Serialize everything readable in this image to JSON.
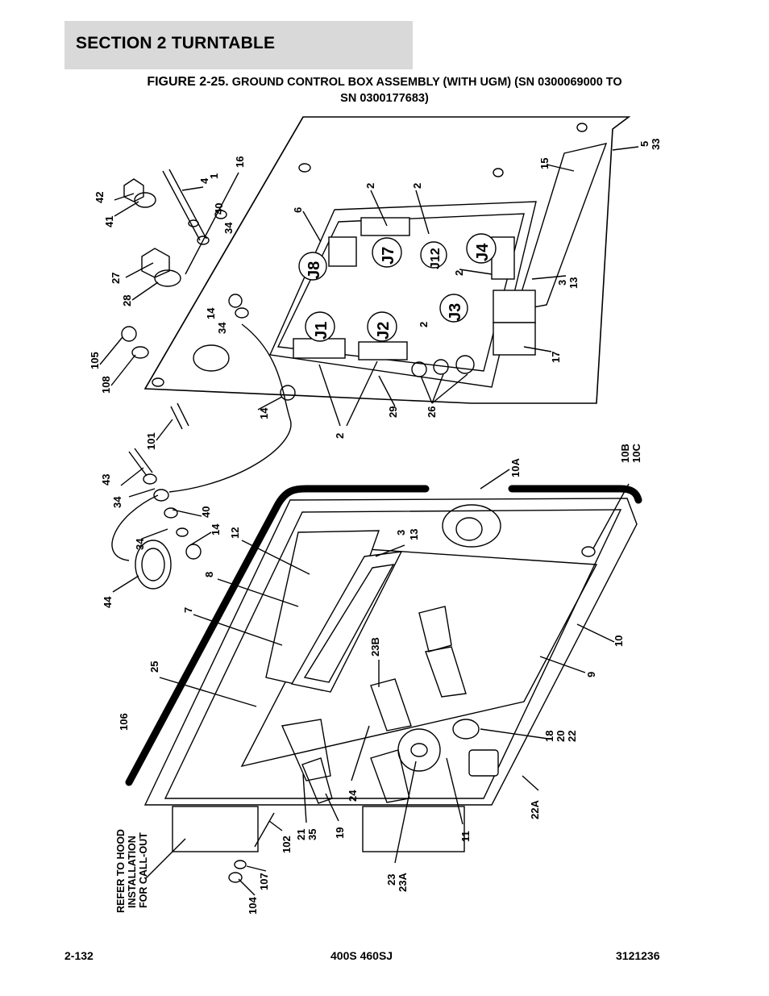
{
  "header": {
    "section": "SECTION 2   TURNTABLE"
  },
  "figure": {
    "label": "FIGURE 2-25.",
    "title_line1": "GROUND CONTROL BOX ASSEMBLY (WITH UGM) (SN 0300069000 TO",
    "title_line2": "SN 0300177683)"
  },
  "connectors": [
    "J8",
    "J7",
    "J12",
    "J4",
    "J1",
    "J2",
    "J3"
  ],
  "callouts": {
    "c16": "16",
    "c4": "4",
    "c1": "1",
    "c42": "42",
    "c41": "41",
    "c40": "40",
    "c34": "34",
    "c27": "27",
    "c28": "28",
    "c14": "14",
    "c105": "105",
    "c108": "108",
    "c101": "101",
    "c6": "6",
    "c2": "2",
    "c15": "15",
    "c5": "5",
    "c33": "33",
    "c3": "3",
    "c13": "13",
    "c17": "17",
    "c29": "29",
    "c26": "26",
    "c43": "43",
    "c44": "44",
    "c12": "12",
    "c8": "8",
    "c7": "7",
    "c10A": "10A",
    "c10B": "10B",
    "c10C": "10C",
    "c25": "25",
    "c23B": "23B",
    "c9": "9",
    "c10": "10",
    "c18": "18",
    "c20": "20",
    "c22": "22",
    "c22A": "22A",
    "c106": "106",
    "c24": "24",
    "c21": "21",
    "c35": "35",
    "c19": "19",
    "c11": "11",
    "c102": "102",
    "c23": "23",
    "c23A": "23A",
    "c104": "104",
    "c107": "107"
  },
  "note": {
    "line1": "REFER TO HOOD",
    "line2": "INSTALLATION",
    "line3": "FOR CALL-OUT"
  },
  "footer": {
    "page": "2-132",
    "model": "400S 460SJ",
    "doc_number": "3121236"
  }
}
